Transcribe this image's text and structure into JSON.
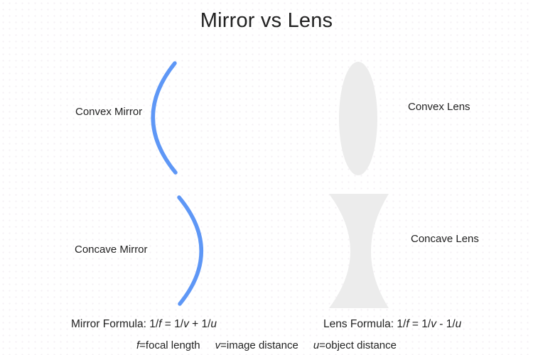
{
  "title": "Mirror vs Lens",
  "colors": {
    "mirror_arc": "#5e97f6",
    "lens_fill": "#ececec",
    "text": "#212121"
  },
  "mirrors": {
    "convex_label": "Convex Mirror",
    "concave_label": "Concave Mirror"
  },
  "lenses": {
    "convex_label": "Convex Lens",
    "concave_label": "Concave Lens"
  },
  "formulas": {
    "mirror": {
      "parts": [
        "Mirror Formula: 1/",
        "f",
        " = 1/",
        "v",
        " + 1/",
        "u"
      ]
    },
    "lens": {
      "parts": [
        "Lens Formula: 1/",
        "f",
        " = 1/",
        "v",
        " - 1/",
        "u"
      ]
    }
  },
  "legend": {
    "items": [
      {
        "symbol": "f",
        "definition": "=focal length"
      },
      {
        "symbol": "v",
        "definition": "=image distance"
      },
      {
        "symbol": "u",
        "definition": "=object distance"
      }
    ]
  }
}
